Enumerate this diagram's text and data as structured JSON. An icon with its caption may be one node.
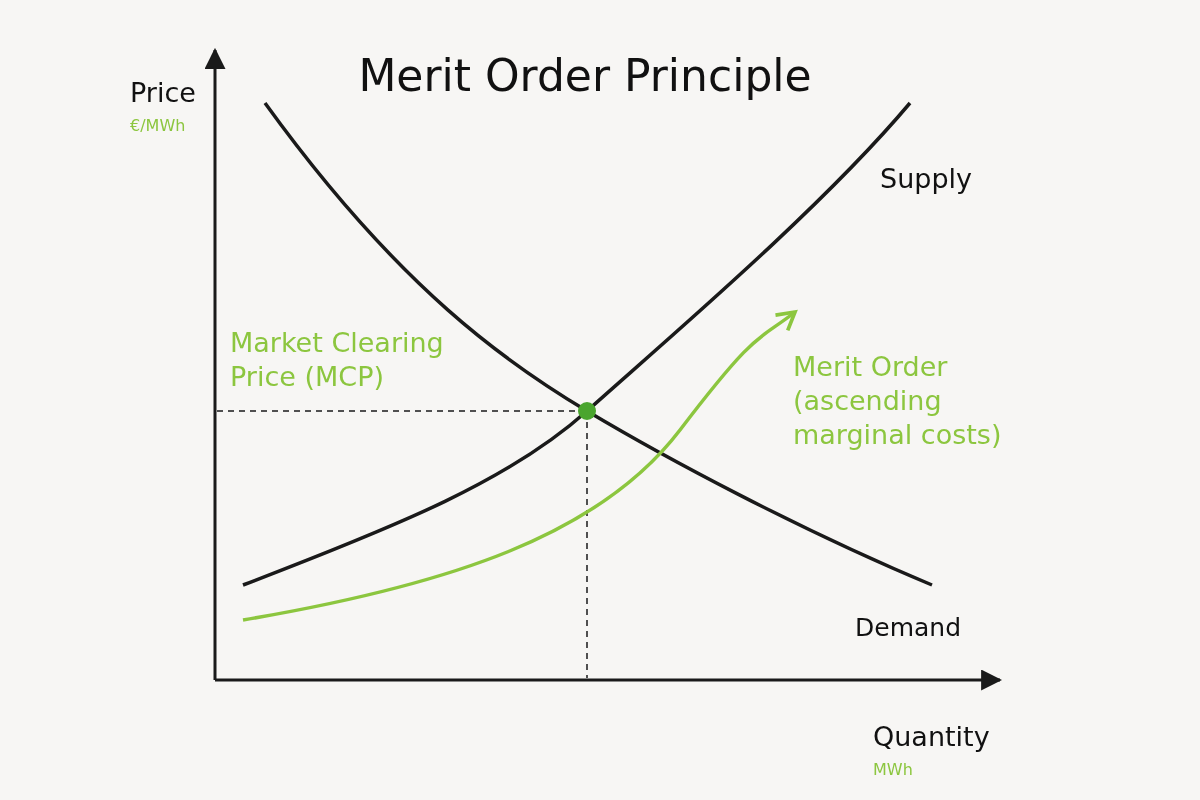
{
  "diagram": {
    "title": "Merit Order Principle",
    "labels": [
      "Price",
      "€/MWh",
      "Market Clearing Price (MCP)",
      "Supply",
      "Merit Order (ascending marginal costs)",
      "Demand",
      "Quantity",
      "MWh"
    ]
  }
}
